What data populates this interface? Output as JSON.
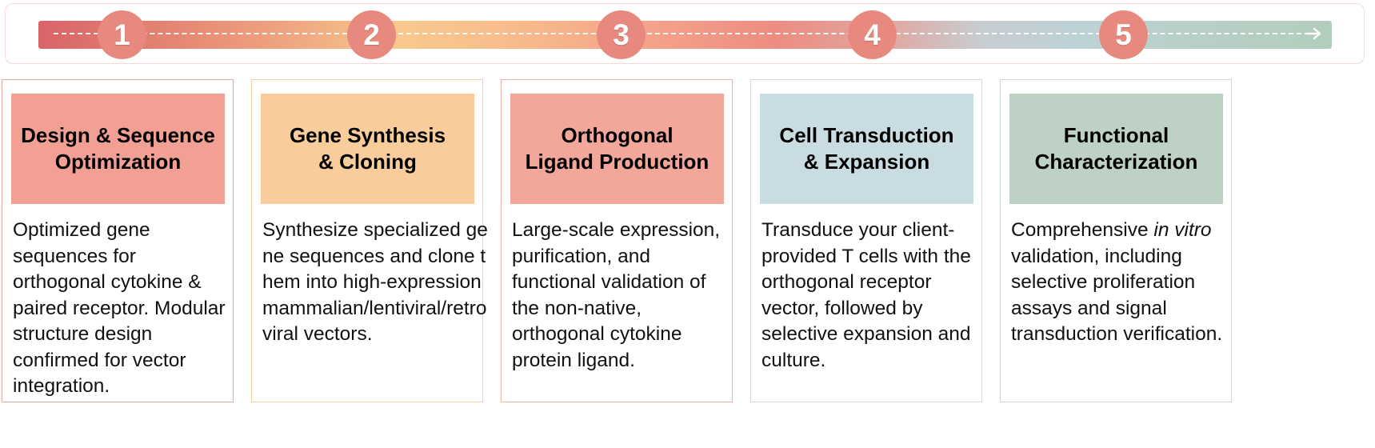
{
  "timeline": {
    "steps": [
      {
        "number": "1"
      },
      {
        "number": "2"
      },
      {
        "number": "3"
      },
      {
        "number": "4"
      },
      {
        "number": "5"
      }
    ],
    "arrow_icon": "arrow-right-icon",
    "gradient_start_color": "#d9646a",
    "gradient_mid_color": "#f8c98c",
    "gradient_end_color": "#b2cdbc",
    "circle_color": "#e8897f",
    "band_border_color": "#f7d9d4",
    "dash_color": "#ffffff"
  },
  "cards": [
    {
      "title": "Design & Sequence\nOptimization",
      "body_prefix": " Optimized gene sequences for orthogonal cytokine & paired receptor. Modular structure design confirmed for vector integration.",
      "body_emphasis": "",
      "body_suffix": "",
      "header_color": "#f2a093",
      "border_color": "#e2a8a2"
    },
    {
      "title": "Gene Synthesis\n& Cloning",
      "body_prefix": "Synthesize specialized gene sequences and clone them into high-expression mammalian/lentiviral/retroviral vectors.",
      "body_emphasis": "",
      "body_suffix": "",
      "header_color": "#f9cd9b",
      "border_color": "#f3d2a4"
    },
    {
      "title": "Orthogonal\nLigand Production",
      "body_prefix": "Large-scale expression, purification, and functional validation of the non-native, orthogonal cytokine protein ligand.",
      "body_emphasis": "",
      "body_suffix": "",
      "header_color": "#f2a79a",
      "border_color": "#f0b0a4"
    },
    {
      "title": "Cell Transduction\n& Expansion",
      "body_prefix": "Transduce your client-provided T cells with the orthogonal receptor vector, followed by selective expansion and culture.",
      "body_emphasis": "",
      "body_suffix": "",
      "header_color": "#c9dce2",
      "border_color": "#cfdde2"
    },
    {
      "title": "Functional\nCharacterization",
      "body_prefix": "Comprehensive ",
      "body_emphasis": "in vitro",
      "body_suffix": " validation, including selective proliferation assays and signal transduction verification.",
      "header_color": "#bdd1c5",
      "border_color": "#ccd6d2"
    }
  ]
}
